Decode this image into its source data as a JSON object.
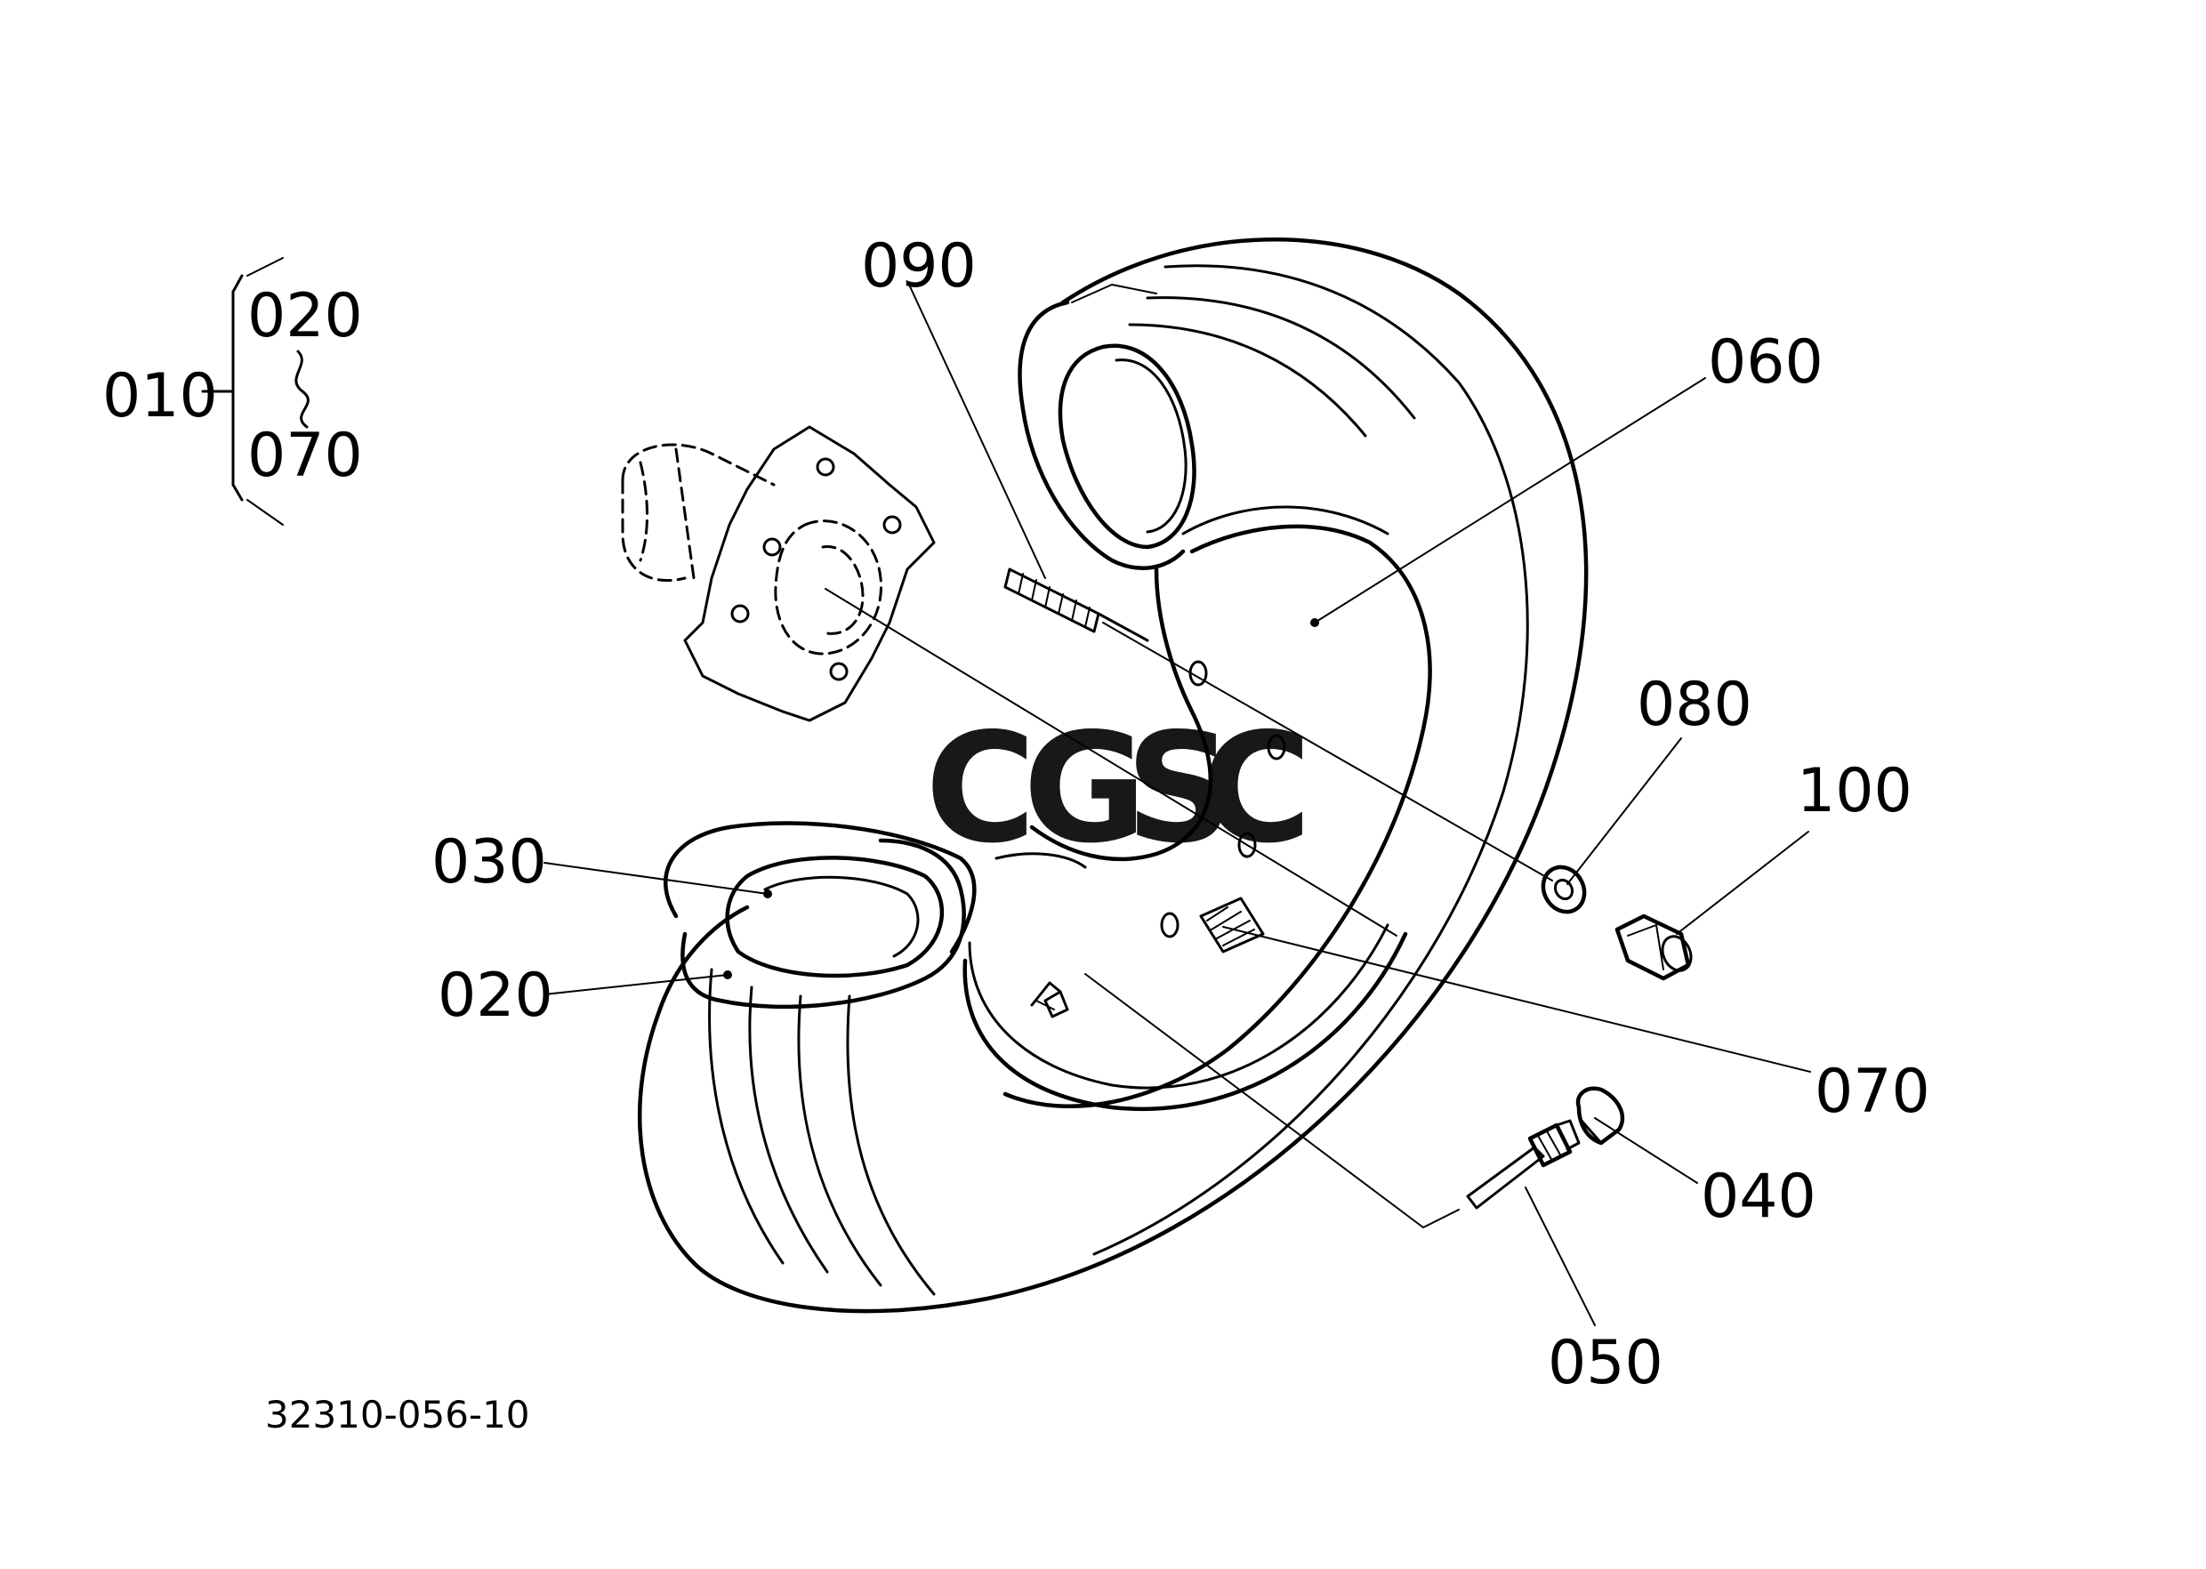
{
  "figure_number": "32310-056-10",
  "watermark": {
    "letters": [
      "C",
      "G",
      "S",
      "C"
    ],
    "colors": [
      "#7ea8f0",
      "#ef8c8c",
      "#f5d66a",
      "#86c9a0"
    ]
  },
  "callouts": {
    "c010": "010",
    "c020_group": "020",
    "c070_group": "070",
    "c090": "090",
    "c060": "060",
    "c080": "080",
    "c100": "100",
    "c030": "030",
    "c020": "020",
    "c070": "070",
    "c040": "040",
    "c050": "050"
  }
}
